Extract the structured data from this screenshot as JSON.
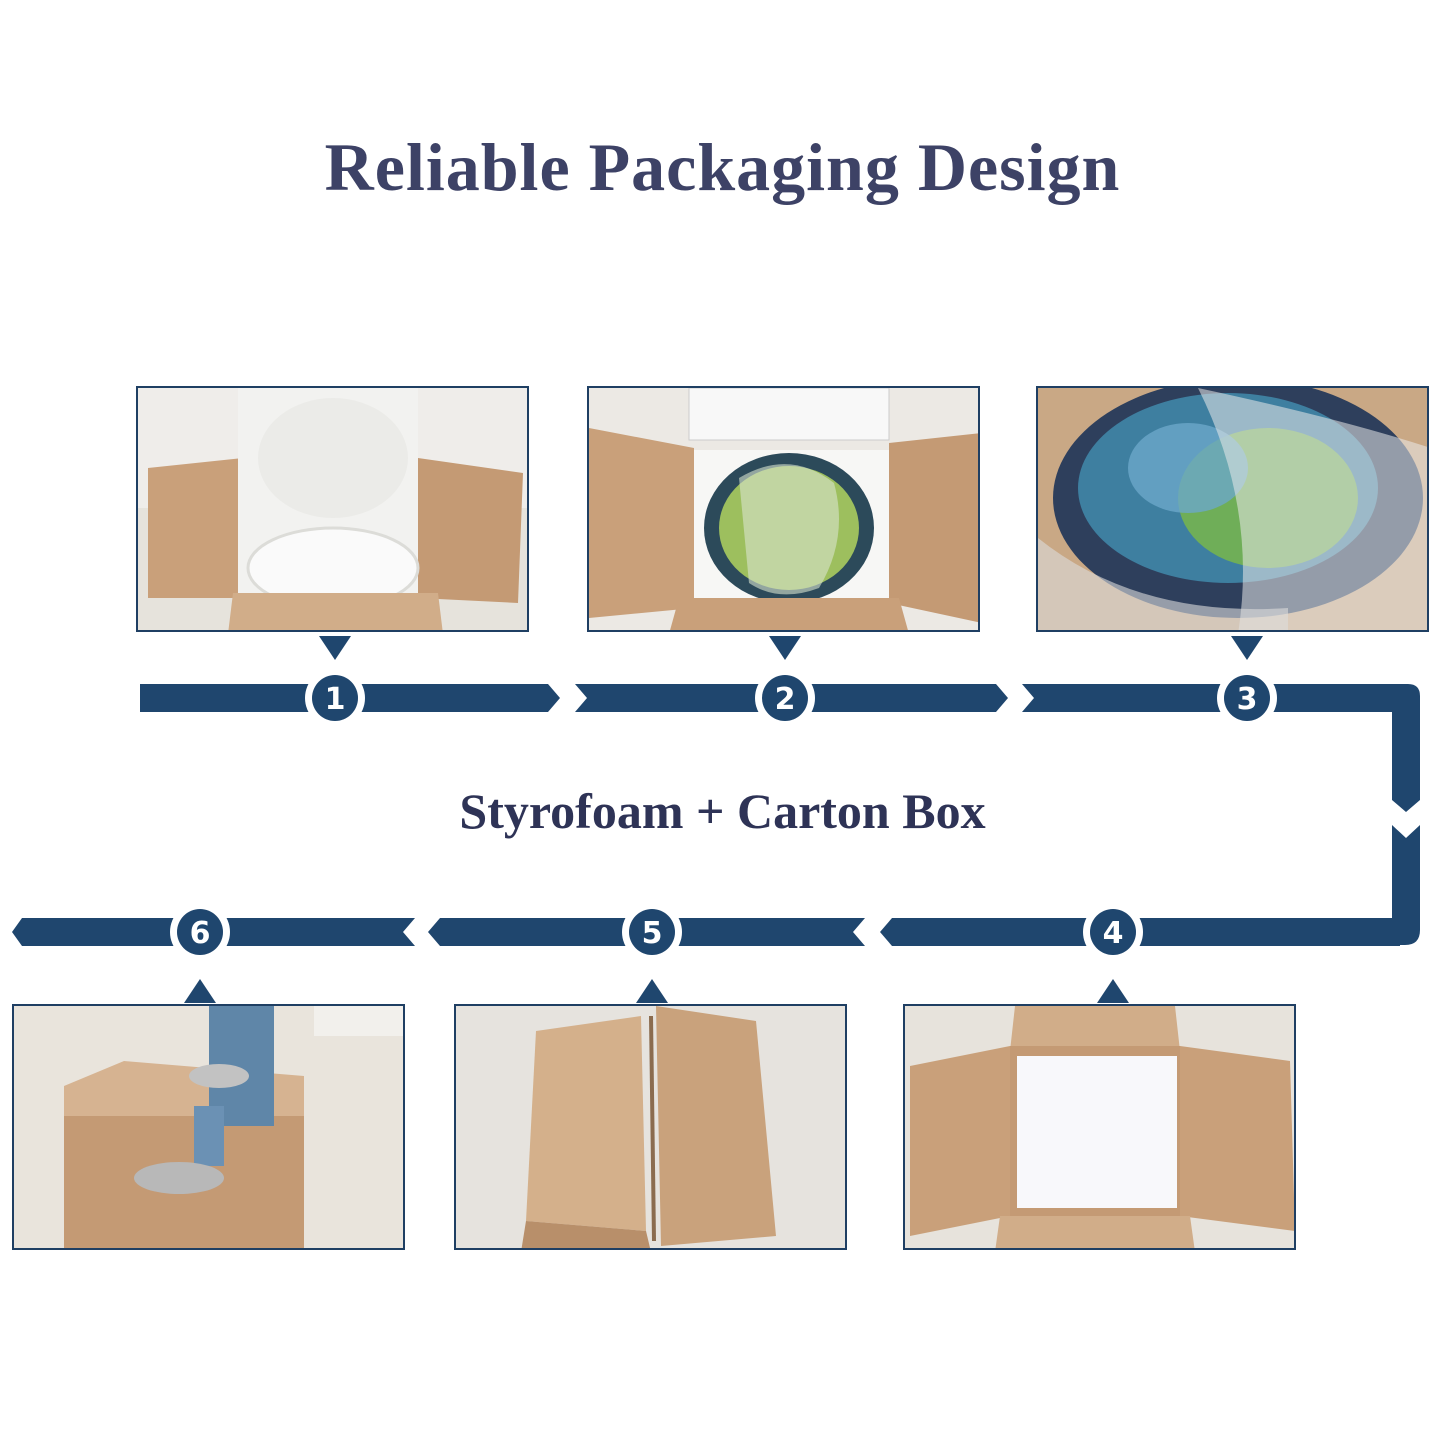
{
  "title": "Reliable Packaging Design",
  "subtitle": "Styrofoam + Carton Box",
  "colors": {
    "flow": "#1f466e",
    "title": "#3d4266",
    "cardboard": "#c8a27e",
    "foam": "#f4f4f2"
  },
  "steps": [
    {
      "number": "1",
      "photo": "open-carton-with-foam-insert"
    },
    {
      "number": "2",
      "photo": "bowl-placed-in-foam"
    },
    {
      "number": "3",
      "photo": "bowl-wrapped-in-bubble-wrap"
    },
    {
      "number": "4",
      "photo": "foam-lid-on-top"
    },
    {
      "number": "5",
      "photo": "carton-flaps-closed"
    },
    {
      "number": "6",
      "photo": "person-standing-on-box"
    }
  ]
}
